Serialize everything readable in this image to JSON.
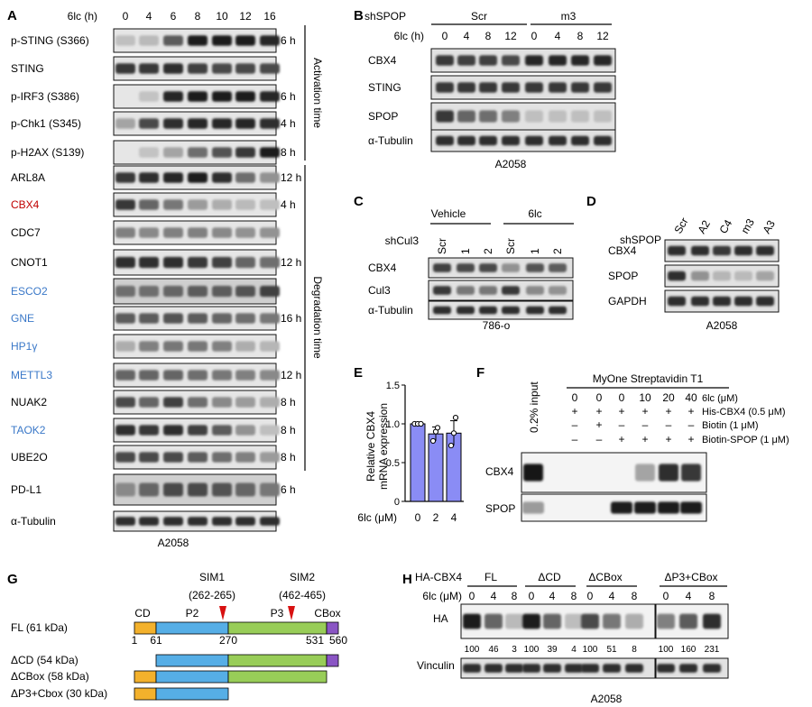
{
  "colors": {
    "red": "#c00000",
    "blue": "#3a78c8",
    "cd": "#f3b12c",
    "p2": "#56aee6",
    "p3": "#98cd58",
    "cbox": "#8a55c4",
    "bar": "#8a8cf5",
    "arrow": "#d81111"
  },
  "panels": {
    "a": "A",
    "b": "B",
    "c": "C",
    "d": "D",
    "e": "E",
    "f": "F",
    "g": "G",
    "h": "H"
  },
  "panel_a": {
    "time_header": "6lc (h)",
    "timepoints": [
      "0",
      "4",
      "6",
      "8",
      "10",
      "12",
      "16"
    ],
    "rows": [
      {
        "label": "p-STING (S366)",
        "color": "black",
        "time": "6 h"
      },
      {
        "label": "STING",
        "color": "black",
        "time": ""
      },
      {
        "label": "p-IRF3 (S386)",
        "color": "black",
        "time": "6 h"
      },
      {
        "label": "p-Chk1 (S345)",
        "color": "black",
        "time": "4 h"
      },
      {
        "label": "p-H2AX (S139)",
        "color": "black",
        "time": "8 h"
      },
      {
        "label": "ARL8A",
        "color": "black",
        "time": "12 h"
      },
      {
        "label": "CBX4",
        "color": "red",
        "time": "4 h"
      },
      {
        "label": "CDC7",
        "color": "black",
        "time": ""
      },
      {
        "label": "CNOT1",
        "color": "black",
        "time": "12 h"
      },
      {
        "label": "ESCO2",
        "color": "blue",
        "time": ""
      },
      {
        "label": "GNE",
        "color": "blue",
        "time": "16 h"
      },
      {
        "label": "HP1γ",
        "color": "blue",
        "time": ""
      },
      {
        "label": "METTL3",
        "color": "blue",
        "time": "12 h"
      },
      {
        "label": "NUAK2",
        "color": "black",
        "time": "8 h"
      },
      {
        "label": "TAOK2",
        "color": "blue",
        "time": "8 h"
      },
      {
        "label": "UBE2O",
        "color": "black",
        "time": "8 h"
      },
      {
        "label": "PD-L1",
        "color": "black",
        "time": "6 h"
      },
      {
        "label": "α-Tubulin",
        "color": "black",
        "time": ""
      }
    ],
    "activation_label": "Activation time",
    "degradation_label": "Degradation time",
    "cell_line": "A2058"
  },
  "panel_b": {
    "header": "shSPOP",
    "groups": [
      "Scr",
      "m3"
    ],
    "time_header": "6lc (h)",
    "timepoints": [
      "0",
      "4",
      "8",
      "12",
      "0",
      "4",
      "8",
      "12"
    ],
    "rows": [
      "CBX4",
      "STING",
      "SPOP",
      "α-Tubulin"
    ],
    "cell_line": "A2058"
  },
  "panel_c": {
    "groups": [
      "Vehicle",
      "6lc"
    ],
    "header": "shCul3",
    "lanes": [
      "Scr",
      "1",
      "2",
      "Scr",
      "1",
      "2"
    ],
    "rows": [
      "CBX4",
      "Cul3",
      "α-Tubulin"
    ],
    "cell_line": "786-o"
  },
  "panel_d": {
    "header": "shSPOP",
    "lanes": [
      "Scr",
      "A2",
      "C4",
      "m3",
      "A3"
    ],
    "rows": [
      "CBX4",
      "SPOP",
      "GAPDH"
    ],
    "cell_line": "A2058"
  },
  "panel_e": {
    "ylabel_line1": "Relative CBX4",
    "ylabel_line2": "mRNA expression",
    "xlabel": "6lc (μM)",
    "yticks": [
      "0",
      "0.5",
      "1.0",
      "1.5"
    ]
  },
  "chart_data": {
    "type": "bar",
    "categories": [
      "0",
      "2",
      "4"
    ],
    "values": [
      1.0,
      0.87,
      0.88
    ],
    "errors": [
      0.0,
      0.09,
      0.16
    ],
    "points": [
      [
        1.0,
        1.0,
        1.0
      ],
      [
        0.78,
        0.9,
        0.95
      ],
      [
        0.72,
        0.88,
        1.08
      ]
    ],
    "xlabel": "6lc (μM)",
    "ylabel": "Relative CBX4 mRNA expression",
    "ylim": [
      0,
      1.5
    ]
  },
  "panel_f": {
    "input_label": "0.2% input",
    "bead_label": "MyOne Streptavidin T1",
    "conditions": [
      {
        "label": "6lc (μM)",
        "values": [
          "0",
          "0",
          "0",
          "10",
          "20",
          "40"
        ]
      },
      {
        "label": "His-CBX4 (0.5 μM)",
        "values": [
          "+",
          "+",
          "+",
          "+",
          "+",
          "+"
        ]
      },
      {
        "label": "Biotin (1 μM)",
        "values": [
          "–",
          "+",
          "–",
          "–",
          "–",
          "–"
        ]
      },
      {
        "label": "Biotin-SPOP (1 μM)",
        "values": [
          "–",
          "–",
          "+",
          "+",
          "+",
          "+"
        ]
      }
    ],
    "rows": [
      "CBX4",
      "SPOP"
    ]
  },
  "panel_g": {
    "sim1": "SIM1",
    "sim1_range": "(262-265)",
    "sim2": "SIM2",
    "sim2_range": "(462-465)",
    "domain_labels": {
      "cd": "CD",
      "p2": "P2",
      "p3": "P3",
      "cbox": "CBox"
    },
    "numbers": [
      "1",
      "61",
      "270",
      "531",
      "560"
    ],
    "constructs": [
      "FL (61 kDa)",
      "ΔCD (54 kDa)",
      "ΔCBox (58 kDa)",
      "ΔP3+Cbox (30 kDa)"
    ]
  },
  "panel_h": {
    "header": "HA-CBX4",
    "groups": [
      "FL",
      "ΔCD",
      "ΔCBox",
      "ΔP3+CBox"
    ],
    "dose_header": "6lc (μM)",
    "doses": [
      "0",
      "4",
      "8",
      "0",
      "4",
      "8",
      "0",
      "4",
      "8",
      "0",
      "4",
      "8"
    ],
    "rows": [
      "HA",
      "Vinculin"
    ],
    "quant": [
      "100",
      "46",
      "3",
      "100",
      "39",
      "4",
      "100",
      "51",
      "8",
      "100",
      "160",
      "231"
    ],
    "cell_line": "A2058"
  }
}
